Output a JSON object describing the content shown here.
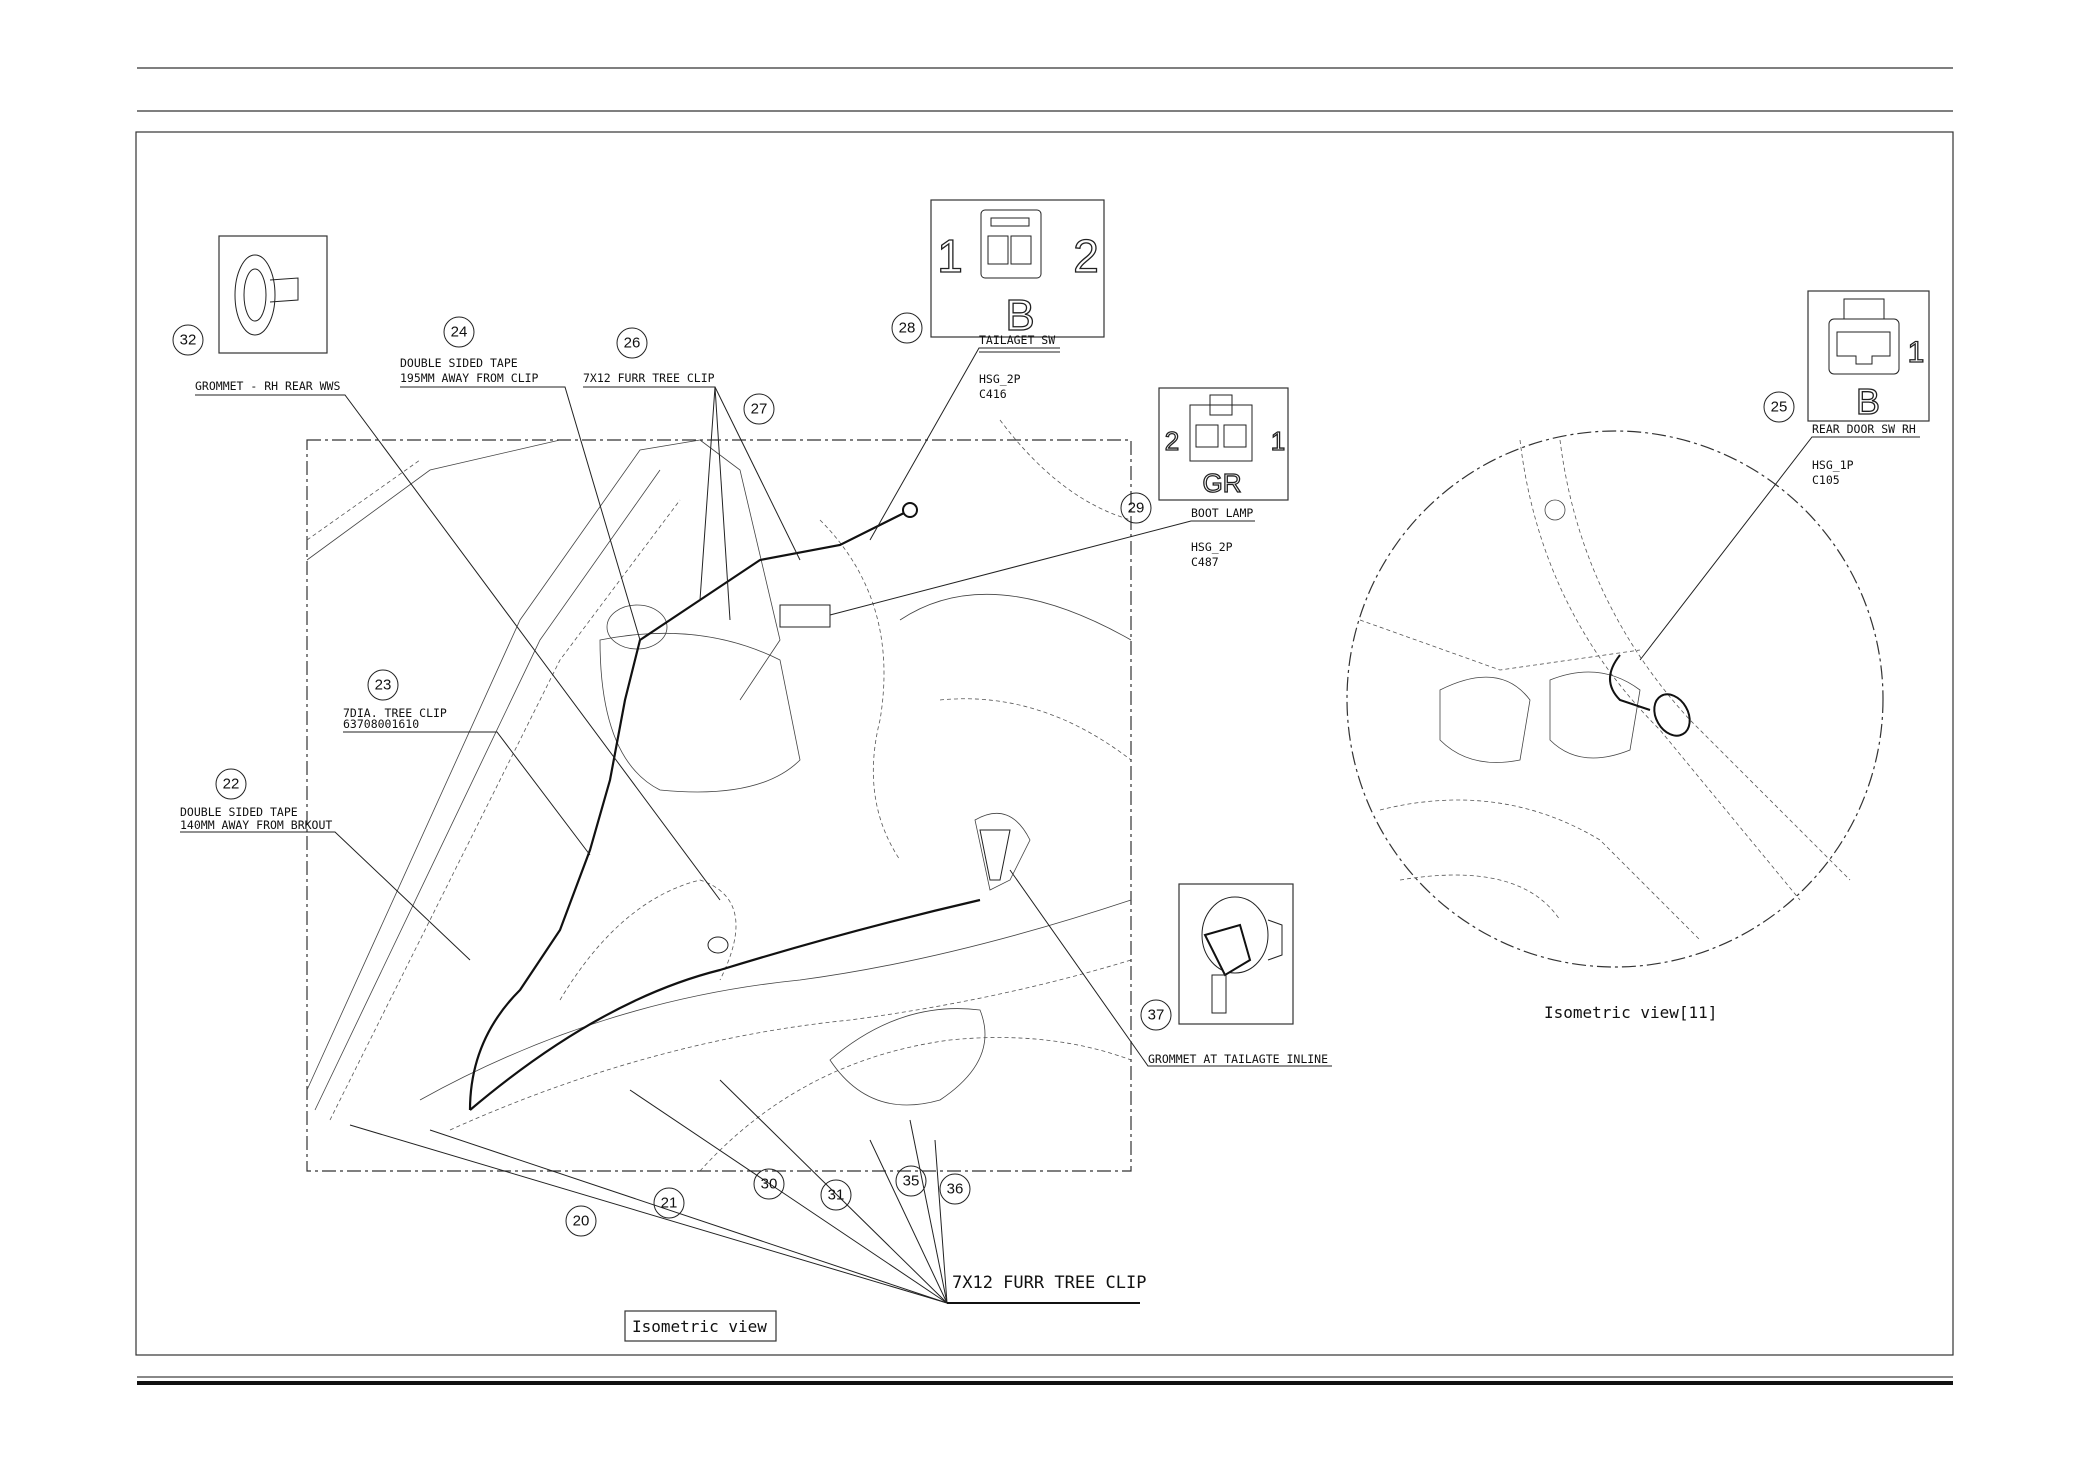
{
  "callouts": {
    "c20": "20",
    "c21": "21",
    "c22": "22",
    "c23": "23",
    "c24": "24",
    "c25": "25",
    "c26": "26",
    "c27": "27",
    "c28": "28",
    "c29": "29",
    "c30": "30",
    "c31": "31",
    "c32": "32",
    "c35": "35",
    "c36": "36",
    "c37": "37"
  },
  "labels": {
    "grommet_rh_rear": "GROMMET - RH REAR WWS",
    "tape_24_line1": "DOUBLE SIDED TAPE",
    "tape_24_line2": "195MM AWAY FROM CLIP",
    "clip_26": "7X12 FURR TREE CLIP",
    "clip_23_line1": "7DIA. TREE CLIP",
    "clip_23_line2": "63708001610",
    "tape_22_line1": "DOUBLE SIDED TAPE",
    "tape_22_line2": "140MM AWAY FROM BRKOUT",
    "grommet_tailgate": "GROMMET AT TAILAGTE INLINE",
    "clip_main": "7X12 FURR TREE CLIP"
  },
  "connectors": {
    "tailgate_sw": {
      "name": "TAILAGET SW",
      "housing": "HSG_2P",
      "code": "C416",
      "pin_left": "1",
      "pin_right": "2",
      "color": "B"
    },
    "boot_lamp": {
      "name": "BOOT LAMP",
      "housing": "HSG_2P",
      "code": "C487",
      "pin_left": "2",
      "pin_right": "1",
      "color": "GR"
    },
    "rear_door_sw": {
      "name": "REAR DOOR SW RH",
      "housing": "HSG_1P",
      "code": "C105",
      "pin": "1",
      "color": "B"
    }
  },
  "views": {
    "main": "Isometric view",
    "detail": "Isometric view[11]"
  }
}
